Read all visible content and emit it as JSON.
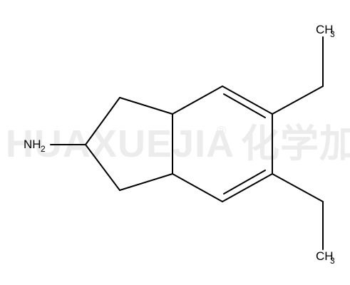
{
  "molecule": {
    "amine_group": {
      "symbol": "NH",
      "subscript": "2"
    },
    "methyl_top": {
      "symbol": "CH",
      "subscript": "3"
    },
    "methyl_bottom": {
      "symbol": "CH",
      "subscript": "3"
    }
  },
  "watermark": {
    "text": "HUAXUEJIA",
    "registered_mark": "®",
    "chinese_text": "化学加"
  },
  "colors": {
    "background": "#ffffff",
    "bond": "#000000",
    "label": "#000000",
    "watermark": "#ececec"
  }
}
